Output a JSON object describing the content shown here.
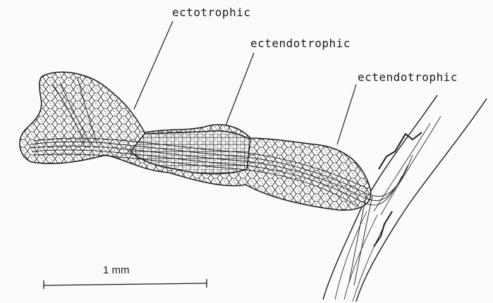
{
  "labels": {
    "ectotrophic": "ectotrophic",
    "ectendotrophic_middle": "ectendotrophic",
    "ectendotrophic_right": "ectendotrophic"
  },
  "scale_bar": {
    "label": "1 mm"
  },
  "colors": {
    "ink": "#1a1a1a",
    "paper": "#fbfbf9"
  }
}
